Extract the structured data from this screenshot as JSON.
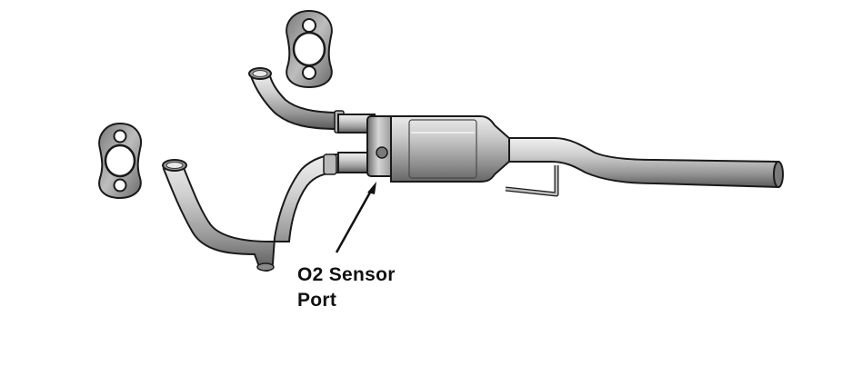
{
  "figure": {
    "callout": {
      "line1": "O2 Sensor",
      "line2": "Port"
    },
    "subject_icon": "exhaust-catalytic-converter-assembly",
    "colors": {
      "background": "#ffffff",
      "metal_light": "#d9d9d9",
      "metal_mid": "#a6a6a6",
      "metal_dark": "#595959",
      "outline": "#1a1a1a",
      "text": "#111111"
    }
  }
}
